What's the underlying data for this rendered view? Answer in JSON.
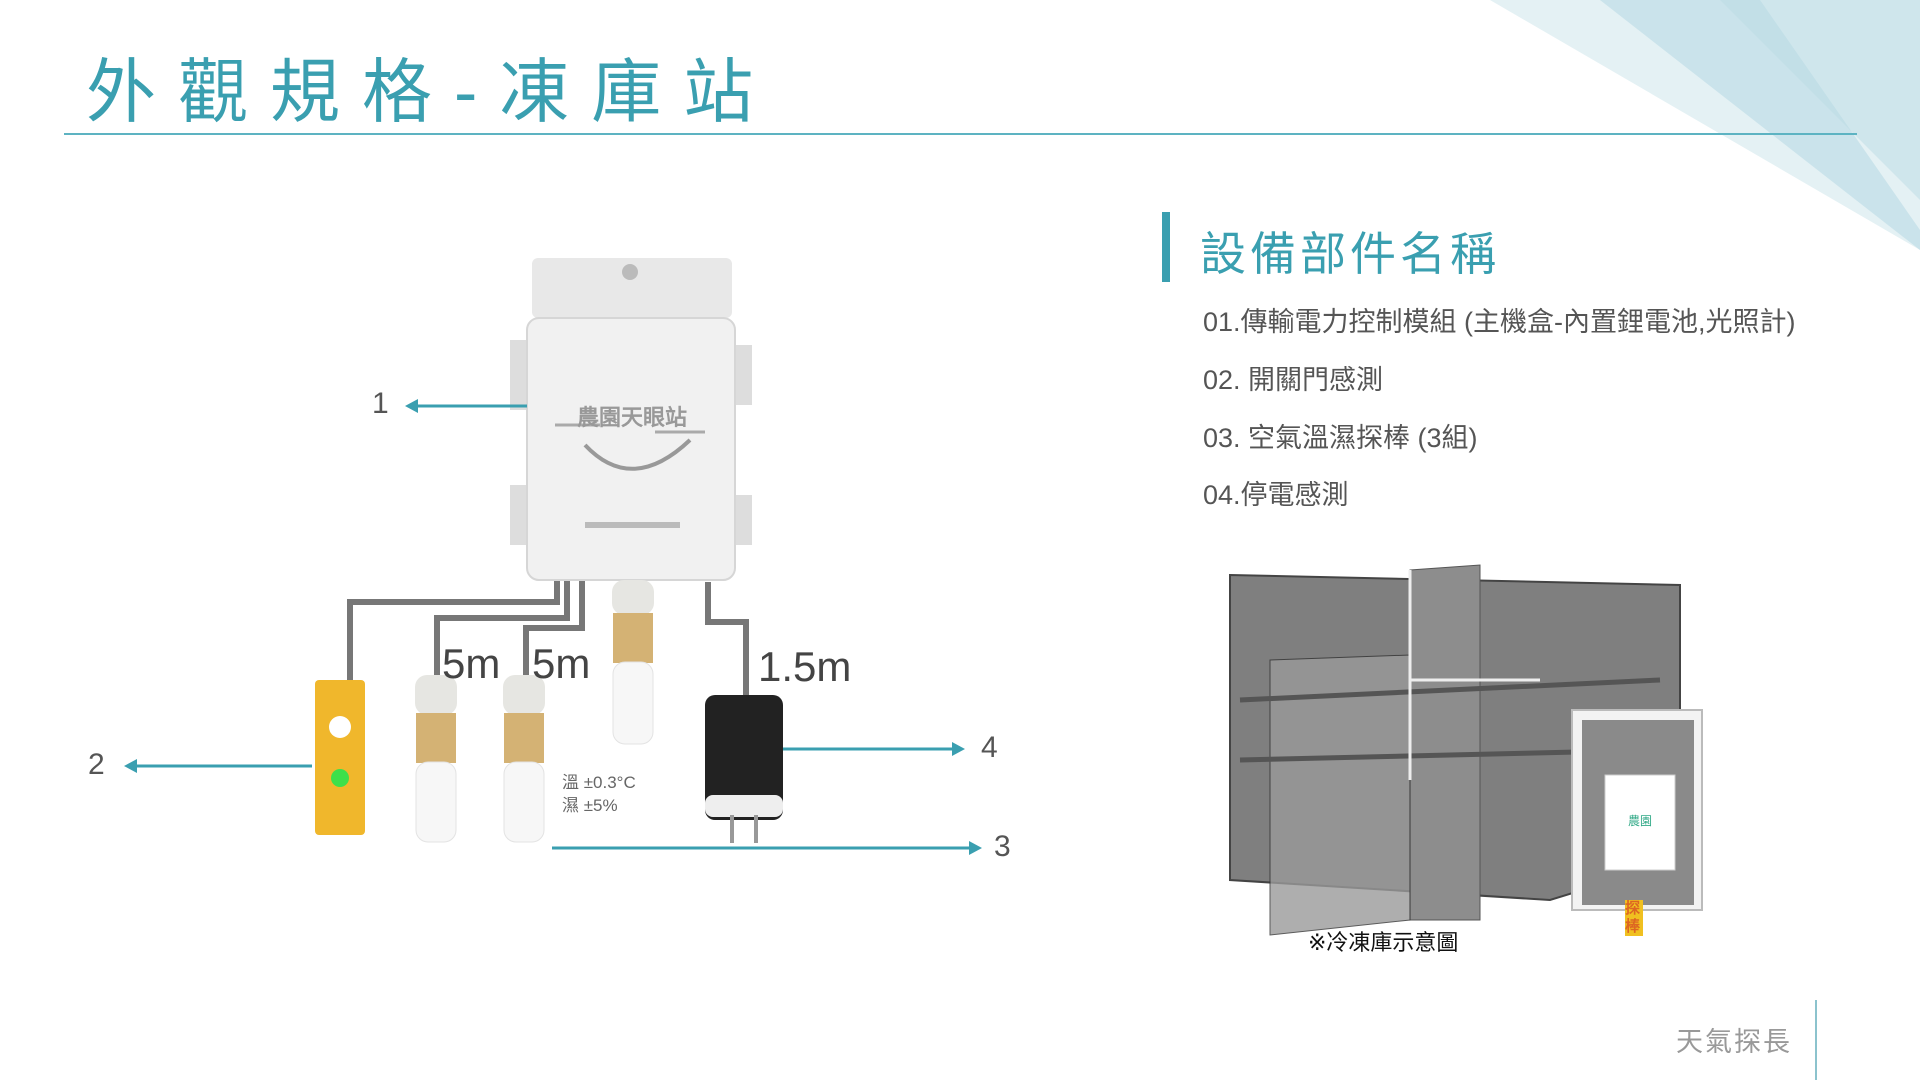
{
  "title": "外觀規格-凍庫站",
  "section": {
    "heading": "設備部件名稱",
    "items": [
      "01.傳輸電力控制模組 (主機盒-內置鋰電池,光照計)",
      "02. 開關門感測",
      "03. 空氣溫濕探棒 (3組)",
      "04.停電感測"
    ]
  },
  "diagram": {
    "callouts": [
      "1",
      "2",
      "3",
      "4"
    ],
    "cable_lengths": [
      "5m",
      "5m",
      "1.5m"
    ],
    "spec": {
      "temp": "溫 ±0.3°C",
      "humidity": "濕 ±5%"
    },
    "logo_text": "農園天眼站"
  },
  "illustration": {
    "caption": "※冷凍庫示意圖",
    "probe_label": "探棒"
  },
  "footer": {
    "brand": "天氣探長"
  },
  "colors": {
    "accent": "#3a9fb0"
  }
}
